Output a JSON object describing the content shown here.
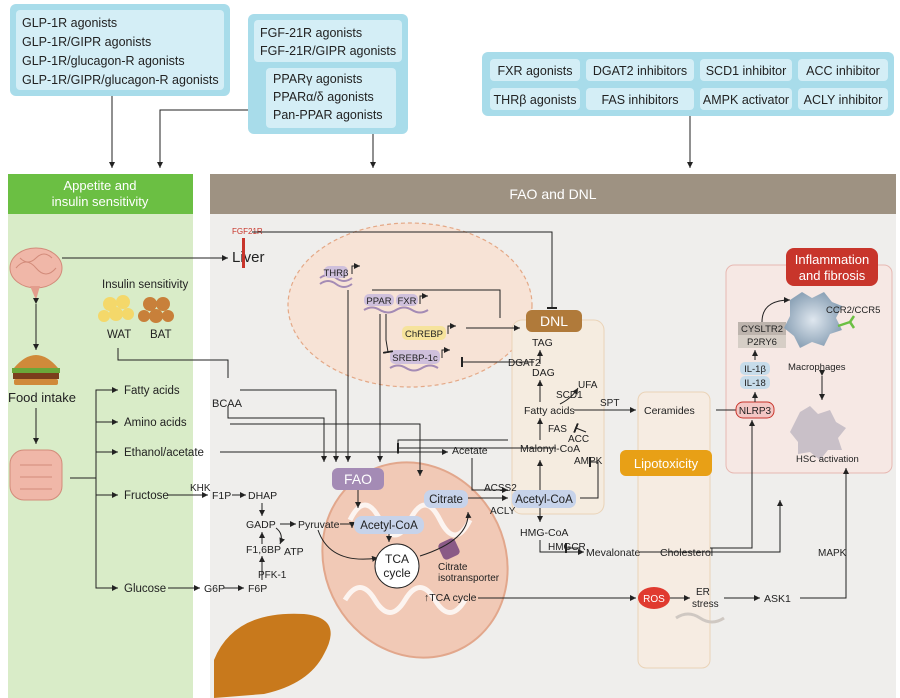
{
  "drug_boxes": {
    "glp1": [
      "GLP-1R agonists",
      "GLP-1R/GIPR agonists",
      "GLP-1R/glucagon-R agonists",
      "GLP-1R/GIPR/glucagon-R agonists"
    ],
    "fgf21": [
      "FGF-21R agonists",
      "FGF-21R/GIPR agonists"
    ],
    "ppar": [
      "PPARγ agonists",
      "PPARα/δ agonists",
      "Pan-PPAR agonists"
    ],
    "targets": [
      "FXR agonists",
      "DGAT2 inhibitors",
      "SCD1 inhibitor",
      "ACC inhibitor",
      "THRβ agonists",
      "FAS inhibitors",
      "AMPK activator",
      "ACLY inhibitor"
    ]
  },
  "headers": {
    "appetite_line1": "Appetite and",
    "appetite_line2": "insulin sensitivity",
    "fao_dnl": "FAO and DNL"
  },
  "labels": {
    "liver": "Liver",
    "fgf21r": "FGF21R",
    "food_intake": "Food intake",
    "insulin_sensitivity": "Insulin sensitivity",
    "wat": "WAT",
    "bat": "BAT",
    "fatty_acids": "Fatty acids",
    "amino_acids": "Amino acids",
    "ethanol_acetate": "Ethanol/acetate",
    "fructose": "Fructose",
    "glucose": "Glucose",
    "bcaa": "BCAA",
    "khk": "KHK",
    "f1p": "F1P",
    "dhap": "DHAP",
    "gadp": "GADP",
    "f16bp": "F1,6BP",
    "pfk1": "PFK-1",
    "g6p": "G6P",
    "f6p": "F6P",
    "atp": "ATP",
    "pyruvate": "Pyruvate",
    "acetylcoa_mito": "Acetyl-CoA",
    "tca_cycle_1": "TCA",
    "tca_cycle_2": "cycle",
    "up_tca": "↑TCA cycle",
    "fao": "FAO",
    "citrate": "Citrate",
    "citrate_trans_1": "Citrate",
    "citrate_trans_2": "isotransporter",
    "acetate": "Acetate",
    "acss2": "ACSS2",
    "acly": "ACLY",
    "acetylcoa": "Acetyl-CoA",
    "ampk": "AMPK",
    "acc": "ACC",
    "malonylcoa": "Malonyl-CoA",
    "fas": "FAS",
    "fatty_acids_dnl": "Fatty acids",
    "scd1": "SCD1",
    "ufa": "UFA",
    "dag": "DAG",
    "tag": "TAG",
    "dnl": "DNL",
    "dgat2": "DGAT2",
    "hmgcoa": "HMG-CoA",
    "hmgcr": "HMGCR",
    "mevalonate": "Mevalonate",
    "thrb": "THRβ",
    "ppar_n": "PPAR",
    "fxr_n": "FXR",
    "chrebp": "ChREBP",
    "srebp": "SREBP-1c",
    "spt": "SPT",
    "ceramides": "Ceramides",
    "cholesterol": "Cholesterol",
    "lipotoxicity": "Lipotoxicity",
    "ros": "ROS",
    "er_stress_1": "ER",
    "er_stress_2": "stress",
    "ask1": "ASK1",
    "mapk": "MAPK",
    "nlrp3": "NLRP3",
    "il1b": "IL-1β",
    "il18": "IL-18",
    "cysltr2": "CYSLTR2",
    "p2ry6": "P2RY6",
    "ccr": "CCR2/CCR5",
    "macrophages": "Macrophages",
    "hsc": "HSC activation",
    "inflam_1": "Inflammation",
    "inflam_2": "and fibrosis"
  },
  "colors": {
    "blue_box": "#a8dcea",
    "green_header": "#6bbf43",
    "green_panel": "#d9ecc8",
    "taupe_header": "#9e9282",
    "panel_gray": "#efeeec",
    "fao_purple": "#a48bb5",
    "lipotox_orange": "#e8a016",
    "inflam_red": "#c8352b",
    "ros_red": "#e03a2f",
    "mito": "#f1c9b6",
    "liver": "#c8791c"
  }
}
